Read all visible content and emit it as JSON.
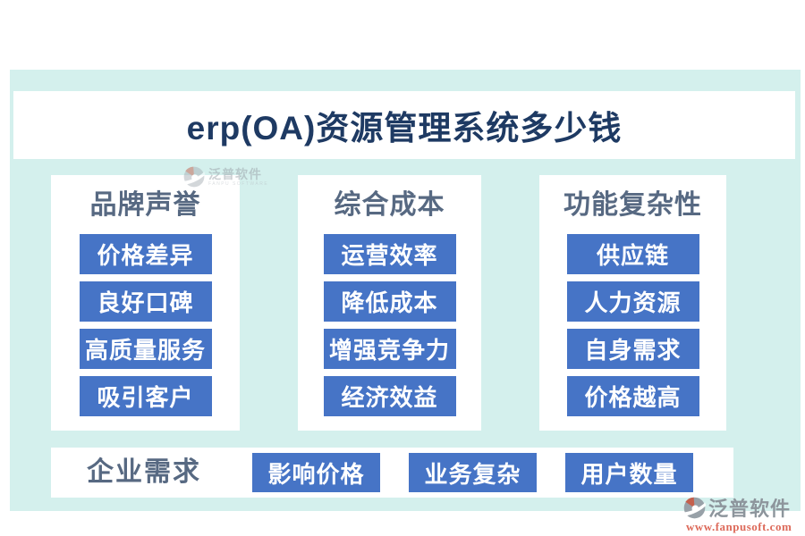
{
  "title": {
    "text": "erp(OA)资源管理系统多少钱"
  },
  "columns": [
    {
      "header": "品牌声誉",
      "items": [
        "价格差异",
        "良好口碑",
        "高质量服务",
        "吸引客户"
      ]
    },
    {
      "header": "综合成本",
      "items": [
        "运营效率",
        "降低成本",
        "增强竞争力",
        "经济效益"
      ]
    },
    {
      "header": "功能复杂性",
      "items": [
        "供应链",
        "人力资源",
        "自身需求",
        "价格越高"
      ]
    }
  ],
  "bottom": {
    "header": "企业需求",
    "items": [
      "影响价格",
      "业务复杂",
      "用户数量"
    ]
  },
  "watermark": {
    "brand": "泛普软件",
    "brand_sub": "FANPU SOFTWARE"
  },
  "brand": {
    "name": "泛普软件",
    "website": "www.fanpusoft.com"
  },
  "colors": {
    "panel_teal": "#d4f0ed",
    "button_blue": "#4674c6",
    "title_navy": "#1e3a63",
    "header_slate": "#576982",
    "logo_gray": "#8d959c",
    "url_red": "#dd6a5a"
  }
}
